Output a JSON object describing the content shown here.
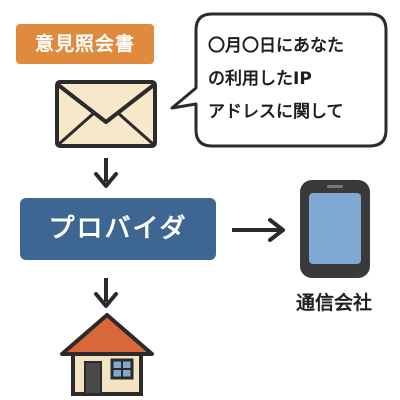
{
  "inquiry": {
    "label": "意見照会書"
  },
  "speech_bubble": {
    "lines": [
      "〇月〇日にあなた",
      "の利用したIP",
      "アドレスに関して"
    ]
  },
  "provider": {
    "label": "プロバイダ"
  },
  "carrier": {
    "label": "通信会社"
  },
  "icons": [
    "envelope-icon",
    "house-icon",
    "smartphone-icon",
    "arrow-down-icon",
    "arrow-right-icon"
  ],
  "colors": {
    "inquiry_badge": "#e08a3e",
    "provider_box": "#3d6693",
    "envelope_fill": "#f6e8c8",
    "house_roof": "#d9673a",
    "house_wall": "#f3e3c2",
    "phone_screen": "#7fa9d2",
    "outline": "#2b2b2b"
  }
}
